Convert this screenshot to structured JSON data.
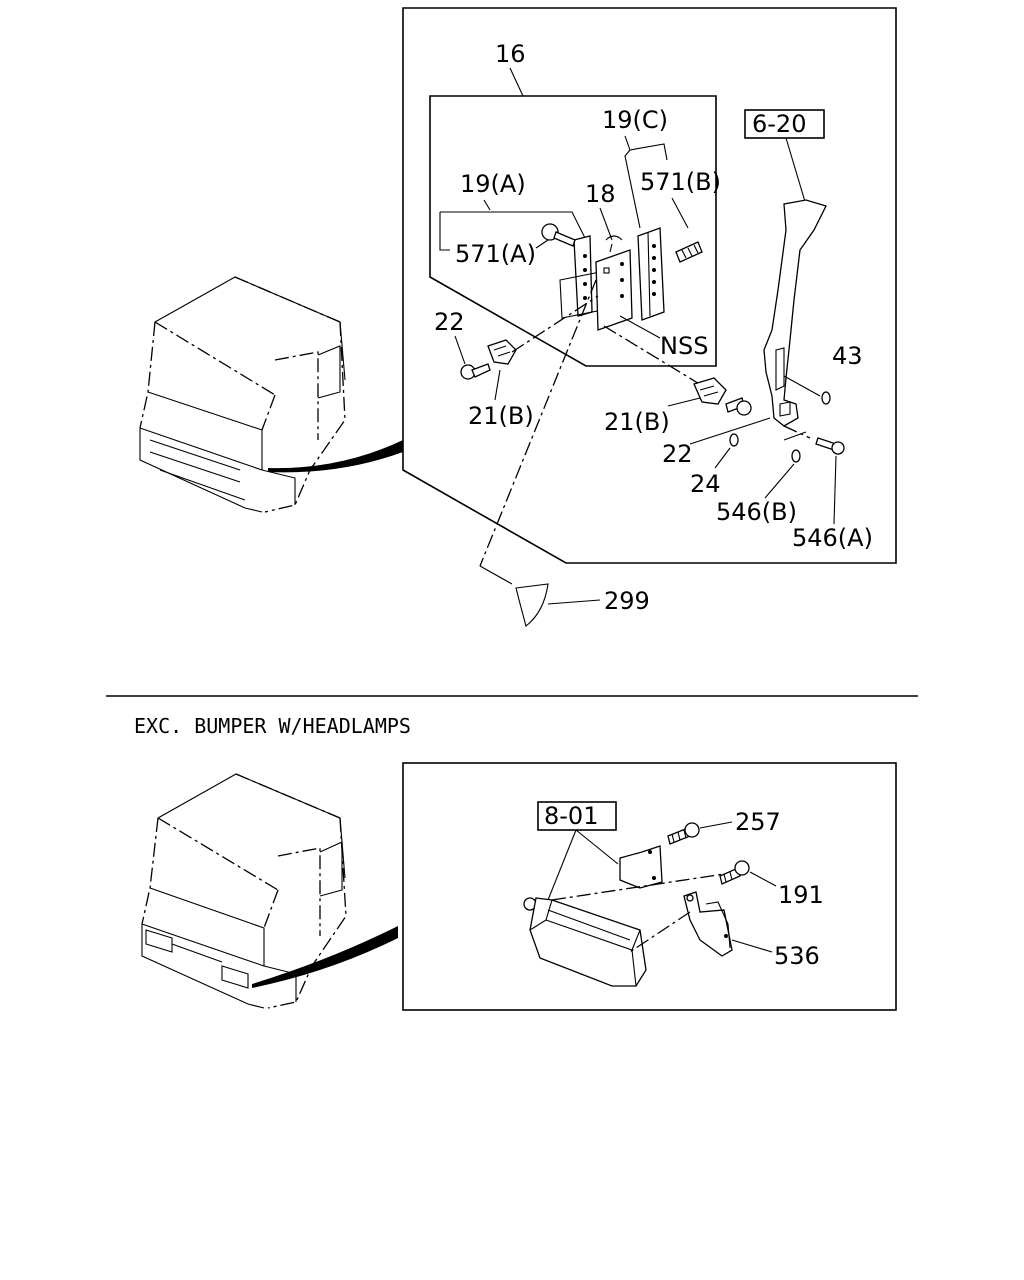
{
  "top_section": {
    "callouts": {
      "c16": "16",
      "c19c": "19(C)",
      "c6_20": "6-20",
      "c19a": "19(A)",
      "c18": "18",
      "c571b": "571(B)",
      "c571a": "571(A)",
      "c22a": "22",
      "cnss": "NSS",
      "c43": "43",
      "c21b_a": "21(B)",
      "c21b_b": "21(B)",
      "c22b": "22",
      "c24": "24",
      "c546b": "546(B)",
      "c546a": "546(A)",
      "c299": "299"
    }
  },
  "bottom_section": {
    "caption": "EXC. BUMPER W/HEADLAMPS",
    "callouts": {
      "c8_01": "8-01",
      "c257": "257",
      "c191": "191",
      "c536": "536"
    }
  }
}
